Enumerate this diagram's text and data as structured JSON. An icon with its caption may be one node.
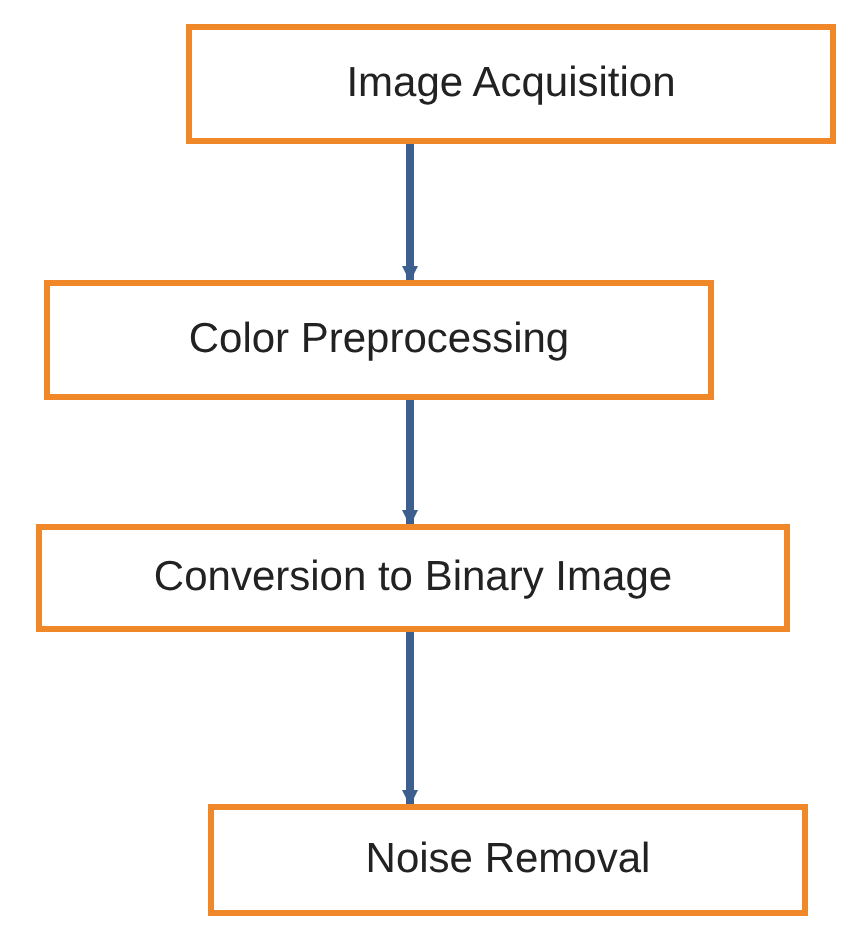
{
  "diagram": {
    "nodes": [
      {
        "text": [
          "Image Acquisition"
        ]
      },
      {
        "text": [
          "Color Preprocessing"
        ]
      },
      {
        "text": [
          "Conversion to Binary Image"
        ]
      },
      {
        "text": [
          "Noise Removal"
        ]
      }
    ],
    "edges": [
      {
        "from": 0,
        "to": 1,
        "arrow": "to"
      },
      {
        "from": 1,
        "to": 2,
        "arrow": "to"
      },
      {
        "from": 2,
        "to": 3,
        "arrow": "to"
      }
    ]
  }
}
